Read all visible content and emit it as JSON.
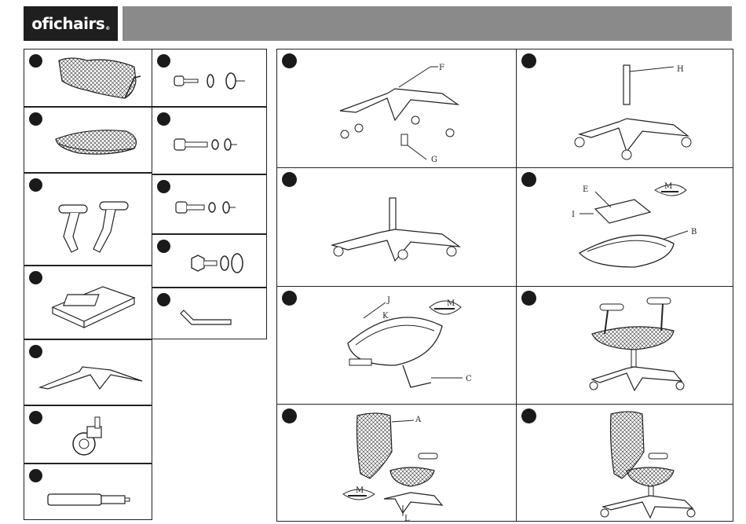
{
  "brand": {
    "name": "ofichairs",
    "mark": "®"
  },
  "step_labels": {
    "base_legs": "F",
    "caster": "G",
    "gas_lift": "H",
    "mechanism": "E",
    "screw": "I",
    "seat": "B",
    "allen_key": "M",
    "arm_screws": "J",
    "arm_screw_k": "K",
    "armrest": "C",
    "backrest": "A",
    "back_screws": "L"
  },
  "icons": {
    "step_marker": "filled-circle",
    "parts": [
      "backrest-mesh",
      "seat-mesh",
      "armrests",
      "mechanism-plate",
      "star-base",
      "caster-wheel",
      "gas-cylinder",
      "bolt-washer-set",
      "hex-key"
    ]
  },
  "colors": {
    "logo_bg": "#1f1f1f",
    "banner": "#8a8a8a",
    "line": "#222222"
  }
}
